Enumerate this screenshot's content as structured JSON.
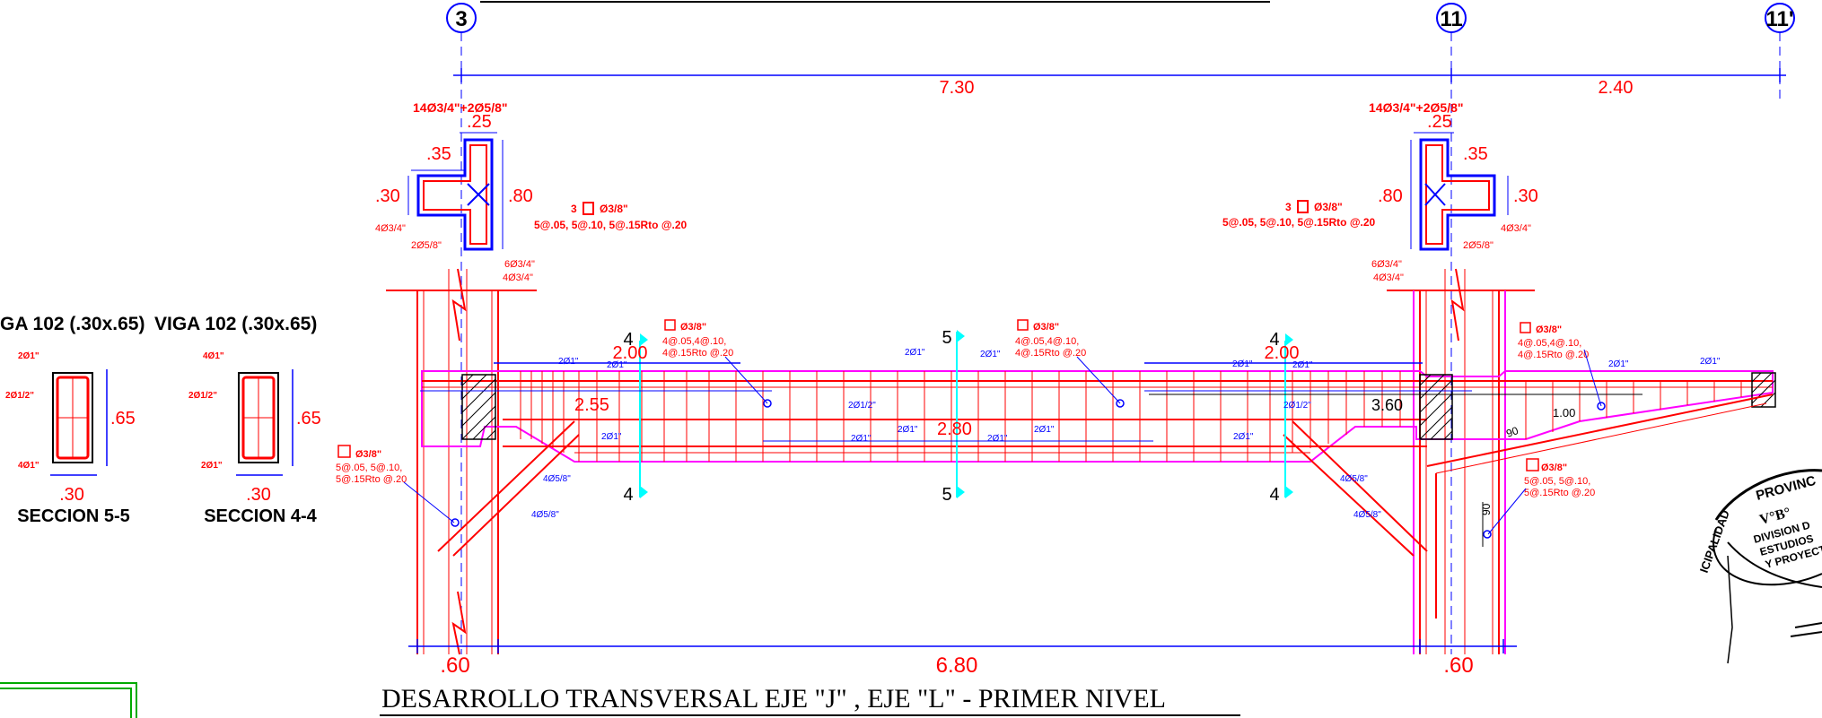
{
  "axes": {
    "axis_3": "3",
    "axis_11": "11",
    "axis_11p": "11'"
  },
  "dims": {
    "span_main": "7.30",
    "span_right": "2.40",
    "bottom_left": ".60",
    "bottom_mid": "6.80",
    "bottom_right": ".60",
    "beam_2_00_left": "2.00",
    "beam_2_00_right": "2.00",
    "dim_2_55": "2.55",
    "dim_2_80": "2.80",
    "dim_3_60": "3.60",
    "dim_1_00": "1.00",
    "dim_90_a": "90",
    "dim_90_b": "90"
  },
  "column_left": {
    "rebar_main": "14Ø3/4\"+2Ø5/8\"",
    "w_25": ".25",
    "w_35": ".35",
    "w_30": ".30",
    "w_80": ".80",
    "bar_4_34": "4Ø3/4\"",
    "bar_2_58": "2Ø5/8\"",
    "bar_6_34": "6Ø3/4\"",
    "bar_4_34b": "4Ø3/4\"",
    "stirrup_count": "3",
    "stirrup_dia": "Ø3/8\"",
    "stirrup_spacing": "5@.05, 5@.10, 5@.15Rto @.20"
  },
  "column_right": {
    "rebar_main": "14Ø3/4\"+2Ø5/8\"",
    "w_25": ".25",
    "w_35": ".35",
    "w_30": ".30",
    "w_80": ".80",
    "bar_4_34": "4Ø3/4\"",
    "bar_2_58": "2Ø5/8\"",
    "bar_6_34": "6Ø3/4\"",
    "bar_4_34b": "4Ø3/4\"",
    "stirrup_count": "3",
    "stirrup_dia": "Ø3/8\"",
    "stirrup_spacing": "5@.05, 5@.10, 5@.15Rto @.20"
  },
  "sections": {
    "viga_a_title": "GA 102 (.30x.65)",
    "viga_b_title": "VIGA 102 (.30x.65)",
    "sec55_label": "SECCION 5-5",
    "sec44_label": "SECCION 4-4",
    "sec55_width": ".30",
    "sec44_width": ".30",
    "sec55_height": ".65",
    "sec44_height": ".65",
    "sec55_top": "2Ø1\"",
    "sec55_mid": "2Ø1/2\"",
    "sec55_bot": "4Ø1\"",
    "sec44_top": "4Ø1\"",
    "sec44_mid": "2Ø1/2\"",
    "sec44_bot": "2Ø1\""
  },
  "cuts": {
    "cut4": "4",
    "cut5": "5"
  },
  "beam_notes": {
    "stirrup_dia": "Ø3/8\"",
    "beam_spacing_1": "4@.05,4@.10,",
    "beam_spacing_2": "4@.15Rto @.20",
    "corbel_spacing_1": "5@.05, 5@.10,",
    "corbel_spacing_2": "5@.15Rto @.20",
    "bar_2_1": "2Ø1\"",
    "bar_2_12": "2Ø1/2\"",
    "bar_4_58": "4Ø5/8\""
  },
  "title": "DESARROLLO TRANSVERSAL EJE \"J\" , EJE \"L\" - PRIMER NIVEL",
  "stamp": {
    "line1": "PROVINC",
    "line2": "V°B°",
    "line3": "DIVISION D",
    "line4": "ESTUDIOS",
    "line5": "Y PROYECT",
    "arc": "ICIPALIDAD"
  },
  "colors": {
    "rebar": "#ff0000",
    "dimension": "#0000ff",
    "concrete_outline": "#ff00ff",
    "axis_line": "#00ffff",
    "section_border": "#00aa00"
  }
}
